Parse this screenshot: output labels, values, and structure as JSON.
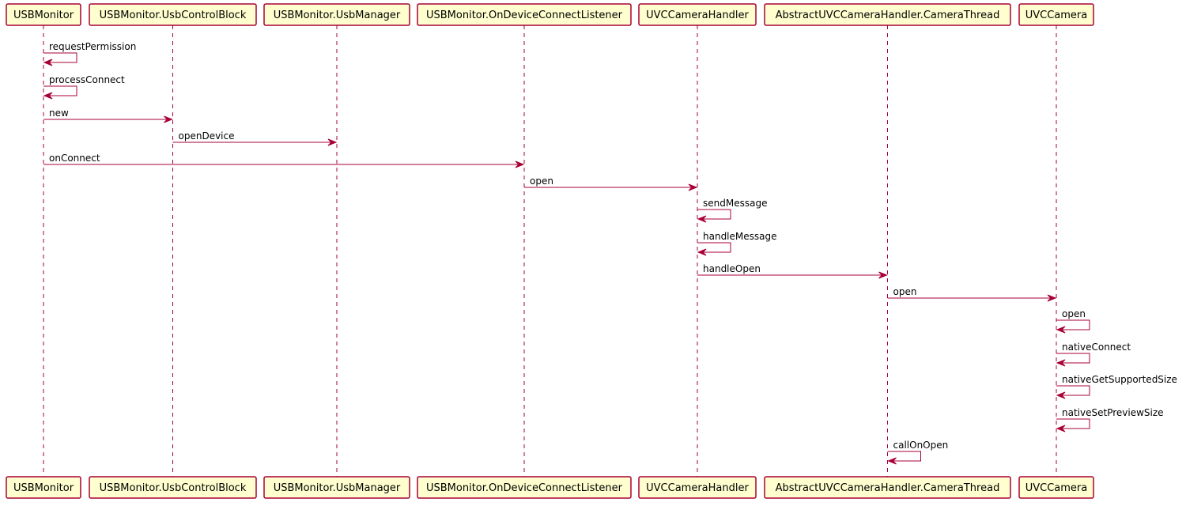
{
  "participants": [
    {
      "id": "p0",
      "name": "USBMonitor"
    },
    {
      "id": "p1",
      "name": "USBMonitor.UsbControlBlock"
    },
    {
      "id": "p2",
      "name": "USBMonitor.UsbManager"
    },
    {
      "id": "p3",
      "name": "USBMonitor.OnDeviceConnectListener"
    },
    {
      "id": "p4",
      "name": "UVCCameraHandler"
    },
    {
      "id": "p5",
      "name": "AbstractUVCCameraHandler.CameraThread"
    },
    {
      "id": "p6",
      "name": "UVCCamera"
    }
  ],
  "messages": [
    {
      "from": "p0",
      "to": "p0",
      "label": "requestPermission"
    },
    {
      "from": "p0",
      "to": "p0",
      "label": "processConnect"
    },
    {
      "from": "p0",
      "to": "p1",
      "label": "new"
    },
    {
      "from": "p1",
      "to": "p2",
      "label": "openDevice"
    },
    {
      "from": "p0",
      "to": "p3",
      "label": "onConnect"
    },
    {
      "from": "p3",
      "to": "p4",
      "label": "open"
    },
    {
      "from": "p4",
      "to": "p4",
      "label": "sendMessage"
    },
    {
      "from": "p4",
      "to": "p4",
      "label": "handleMessage"
    },
    {
      "from": "p4",
      "to": "p5",
      "label": "handleOpen"
    },
    {
      "from": "p5",
      "to": "p6",
      "label": "open"
    },
    {
      "from": "p6",
      "to": "p6",
      "label": "open"
    },
    {
      "from": "p6",
      "to": "p6",
      "label": "nativeConnect"
    },
    {
      "from": "p6",
      "to": "p6",
      "label": "nativeGetSupportedSize"
    },
    {
      "from": "p6",
      "to": "p6",
      "label": "nativeSetPreviewSize"
    },
    {
      "from": "p5",
      "to": "p5",
      "label": "callOnOpen"
    }
  ],
  "colors": {
    "accent": "#A80036",
    "box_fill": "#FEFECE",
    "text": "#000000",
    "background": "#FFFFFF"
  }
}
